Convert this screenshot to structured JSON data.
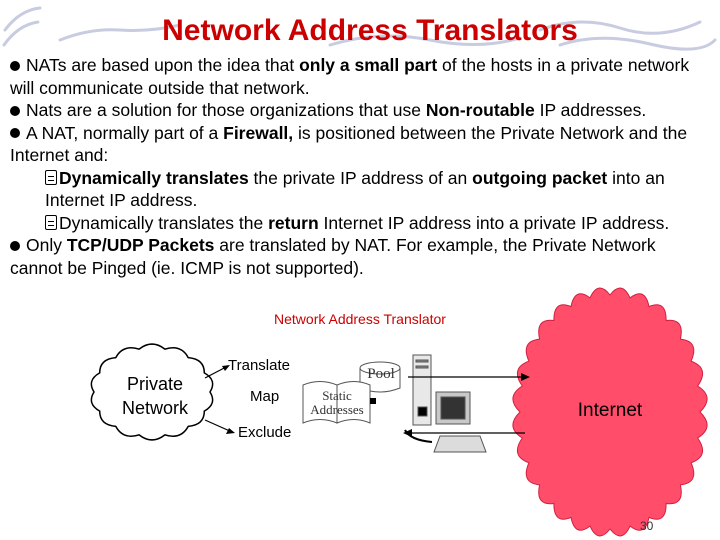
{
  "slide": {
    "title": "Network Address Translators",
    "bullets": [
      {
        "pre": "NATs are based upon the idea that ",
        "bold": "only a small part",
        "post": " of the hosts in a private network will communicate outside that network."
      },
      {
        "pre": "Nats are a solution for those organizations that use ",
        "bold": "Non-routable",
        "post": " IP addresses."
      },
      {
        "pre": "A NAT, normally part of a ",
        "bold": "Firewall,",
        "post": " is positioned between the Private Network and the Internet and:"
      }
    ],
    "subbullets": [
      {
        "bold1": "Dynamically translates",
        "mid": " the private IP address of an ",
        "bold2": "outgoing packet",
        "post": " into an Internet IP address."
      },
      {
        "pre": "Dynamically translates the ",
        "bold": "return",
        "post": " Internet IP address into a private IP address."
      }
    ],
    "last_bullet": {
      "pre": "Only ",
      "bold": "TCP/UDP Packets",
      "post": " are translated by NAT. For example, the Private Network cannot be Pinged (ie. ICMP is not supported)."
    },
    "page_number": "30"
  },
  "diagram": {
    "caption": "Network Address Translator",
    "private_network_line1": "Private",
    "private_network_line2": "Network",
    "translate": "Translate",
    "map": "Map",
    "exclude": "Exclude",
    "pool": "Pool",
    "static_line1": "Static",
    "static_line2": "Addresses",
    "internet": "Internet"
  },
  "colors": {
    "title": "#cc0000",
    "caption": "#cc0000",
    "internet_cloud": "#ff4d6a",
    "swoosh": "#c8cce0"
  }
}
